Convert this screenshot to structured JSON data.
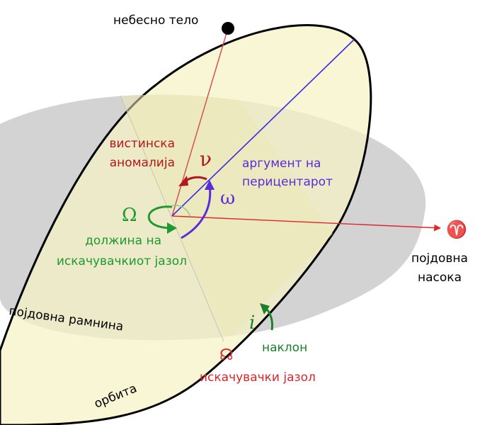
{
  "labels": {
    "celestial_body": "небесно тело",
    "true_anomaly_line1": "вистинска",
    "true_anomaly_line2": "аномалија",
    "nu_symbol": "ν",
    "argument_line1": "аргумент на",
    "argument_line2": "перицентарот",
    "omega_symbol": "ω",
    "Omega_symbol": "Ω",
    "longitude_line1": "должина на",
    "longitude_line2": "искачувачкиот јазол",
    "aries_symbol": "♈",
    "reference_dir_line1": "појдовна",
    "reference_dir_line2": "насока",
    "reference_plane": "појдовна рамнина",
    "i_symbol": "i",
    "inclination": "наклон",
    "node_symbol": "☊",
    "ascending_node": "искачувачки јазол",
    "orbit": "орбита"
  },
  "colors": {
    "plane_fill": "#d3d3d3",
    "orbit_fill": "#f5f2c4",
    "orbit_stroke": "#000000",
    "true_anomaly": "#b3161b",
    "argument": "#5a2bd8",
    "longitude": "#1e9a2e",
    "reference": "#e0262c",
    "inclination": "#1a7f2a",
    "node_text": "#d8262c"
  }
}
